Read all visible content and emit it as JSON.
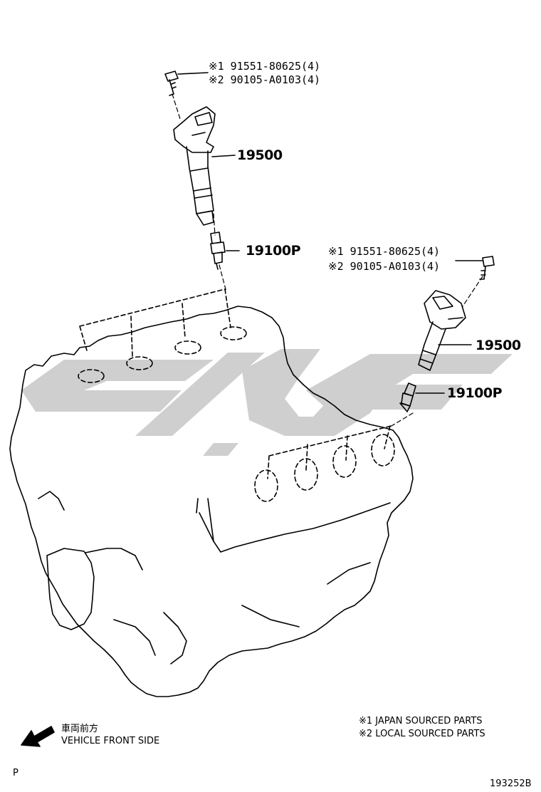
{
  "callouts": {
    "bolt_top": {
      "line1": "※1 91551-80625(4)",
      "line2": "※2 90105-A0103(4)"
    },
    "coil_top": "19500",
    "plug_top": "19100P",
    "bolt_right": {
      "line1": "※1 91551-80625(4)",
      "line2": "※2 90105-A0103(4)"
    },
    "coil_right": "19500",
    "plug_right": "19100P"
  },
  "legend": {
    "front_jp": "車両前方",
    "front_en": "VEHICLE FRONT SIDE",
    "note1": "※1 JAPAN SOURCED PARTS",
    "note2": "※2 LOCAL SOURCED PARTS"
  },
  "footer": {
    "code_left": "P",
    "diagram_id": "193252B"
  },
  "colors": {
    "line": "#000000",
    "watermark": "#cfcfcf"
  }
}
